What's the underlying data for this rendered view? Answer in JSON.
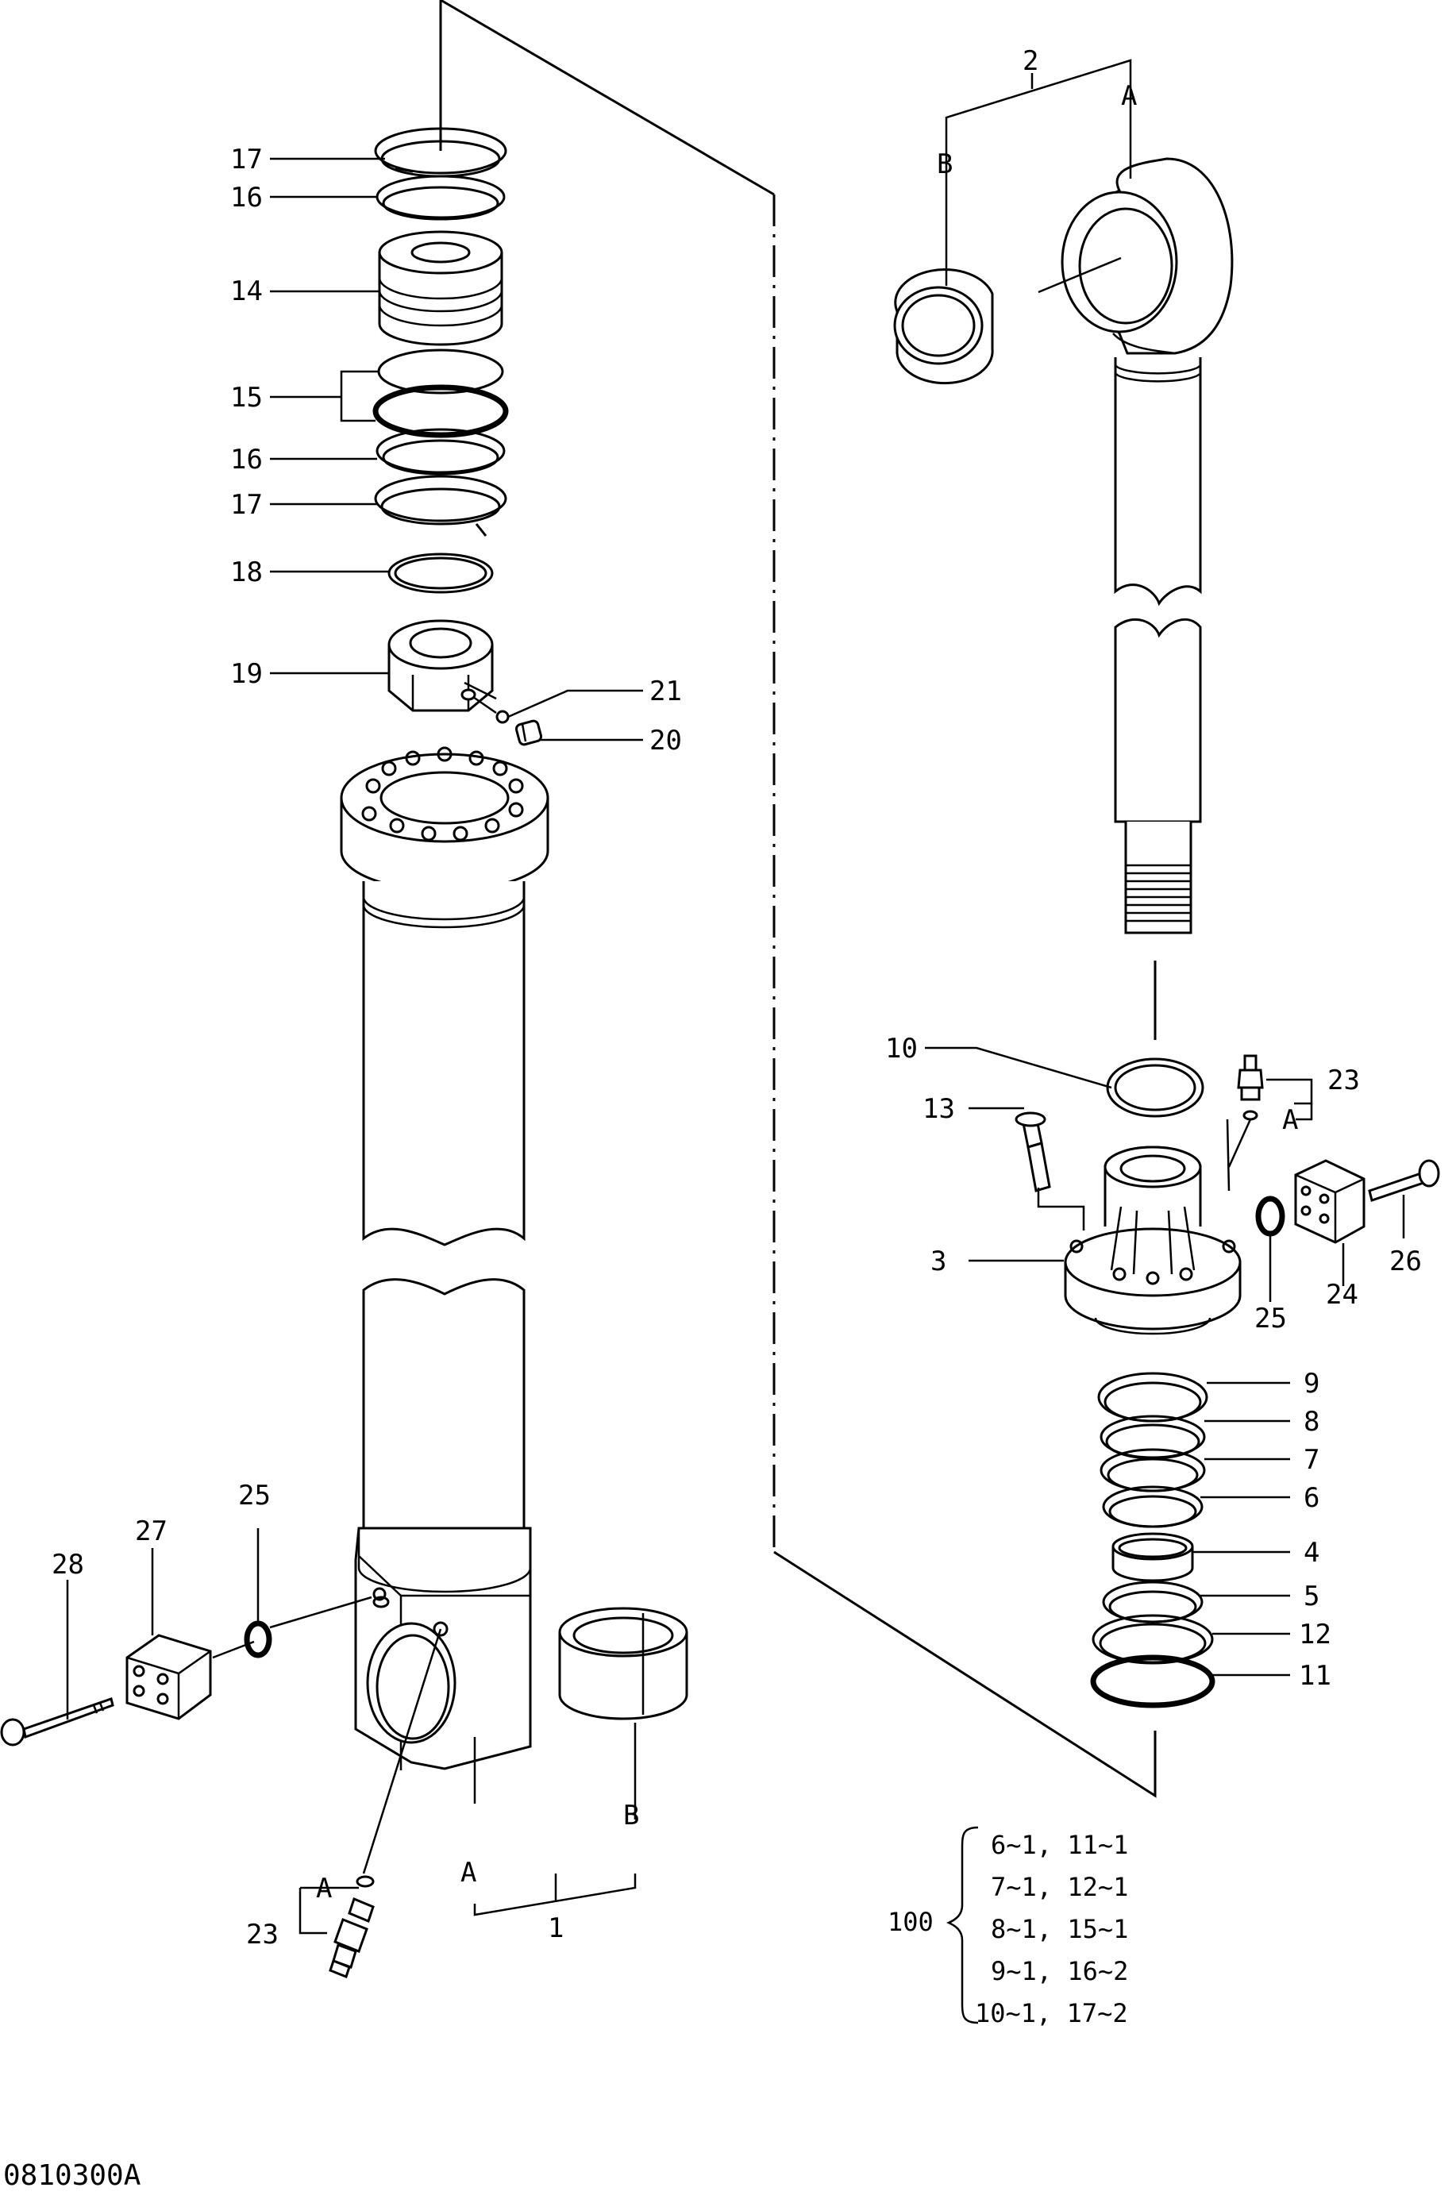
{
  "diagram": {
    "drawing_code": "0810300A",
    "callouts": {
      "left": {
        "c17a": "17",
        "c16a": "16",
        "c14": "14",
        "c15": "15",
        "c16b": "16",
        "c17b": "17",
        "c18": "18",
        "c19": "19",
        "c21": "21",
        "c20": "20",
        "c25": "25",
        "c27": "27",
        "c28": "28",
        "c23": "23",
        "c_a_small": "A",
        "c_a_tube": "A",
        "c_b_tube": "B",
        "c1": "1"
      },
      "right": {
        "c2": "2",
        "c_a_rod": "A",
        "c_b_rod": "B",
        "c10": "10",
        "c13": "13",
        "c23": "23",
        "c_a_small": "A",
        "c3": "3",
        "c25": "25",
        "c24": "24",
        "c26": "26",
        "c9": "9",
        "c8": "8",
        "c7": "7",
        "c6": "6",
        "c4": "4",
        "c5": "5",
        "c12": "12",
        "c11": "11"
      }
    },
    "seal_kit": {
      "label": "100",
      "items": [
        "6~1, 11~1",
        "7~1, 12~1",
        "8~1, 15~1",
        "9~1, 16~2",
        "10~1, 17~2"
      ]
    }
  }
}
